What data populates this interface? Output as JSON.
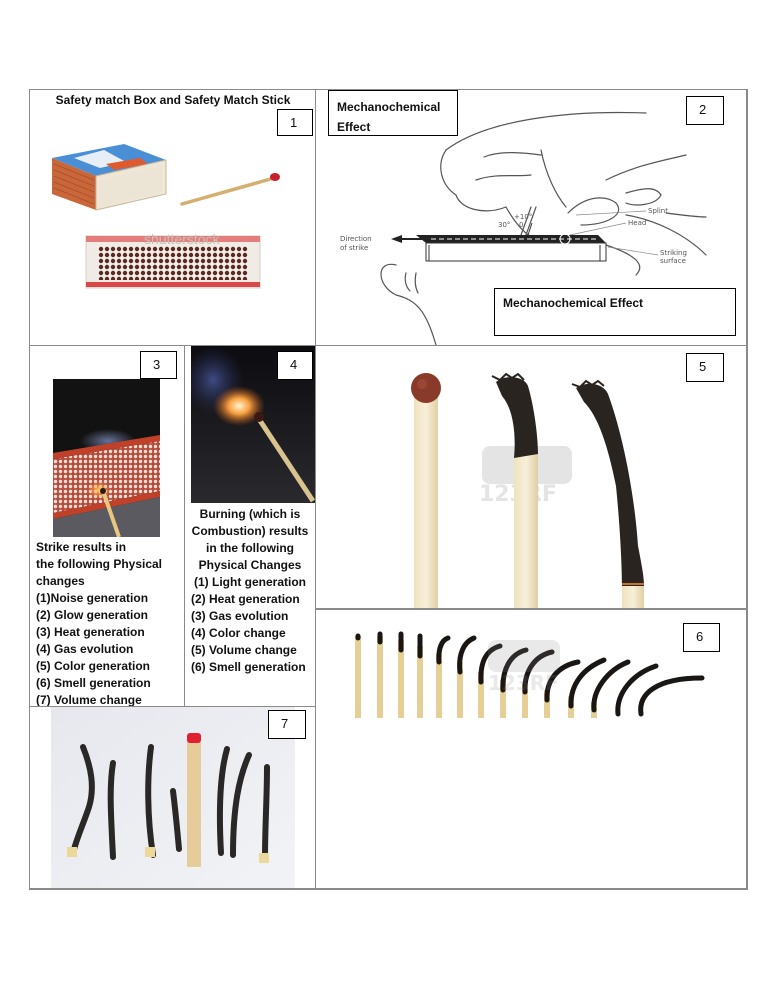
{
  "panel1": {
    "title": "Safety match Box and Safety Match Stick",
    "number": "1",
    "image": "matchbox-and-matchstick-photo",
    "watermark": "shutterstock"
  },
  "panel2": {
    "label_top": "Mechanochemical Effect",
    "label_top_lines": [
      "Mechanochemical",
      "Effect"
    ],
    "number": "2",
    "image": "hand-striking-match-diagram",
    "diagram_labels": {
      "direction": "Direction of strike",
      "direction_lines": [
        "Direction",
        "of strike"
      ],
      "angle_top": "+10°",
      "angle_zero": "0",
      "angle_30": "30°",
      "splint": "Splint",
      "head": "Head",
      "striking_surface": "Striking surface",
      "striking_lines": [
        "Striking",
        "surface"
      ]
    },
    "caption": "Mechanochemical Effect"
  },
  "panel3": {
    "number": "3",
    "image": "match-striking-box-photo",
    "heading_lines": [
      "Strike results in",
      "the following  Physical",
      "changes"
    ],
    "items": [
      "(1)Noise generation",
      "(2) Glow generation",
      "(3) Heat generation",
      "(4) Gas evolution",
      "(5) Color generation",
      "(6) Smell generation",
      "(7) Volume change"
    ]
  },
  "panel4": {
    "number": "4",
    "image": "burning-match-photo",
    "heading_lines": [
      "Burning (which is",
      "Combustion) results",
      "in the following",
      "Physical Changes"
    ],
    "items": [
      "(1) Light generation",
      "(2) Heat generation",
      "(3) Gas evolution",
      "(4) Color change",
      "(5) Volume change",
      "(6) Smell generation"
    ]
  },
  "panel5": {
    "number": "5",
    "image": "unburnt-and-burnt-matches-photo",
    "watermark": "123RF"
  },
  "panel6": {
    "number": "6",
    "image": "match-burning-sequence-photo",
    "watermark": "123RF"
  },
  "panel7": {
    "number": "7",
    "image": "burnt-matches-group-photo"
  },
  "colors": {
    "border": "#8a8a8a",
    "match_head_red": "#c8202a",
    "match_head_brown": "#8a3a2a",
    "wood": "#e8d8b0",
    "char": "#1e1a18"
  }
}
